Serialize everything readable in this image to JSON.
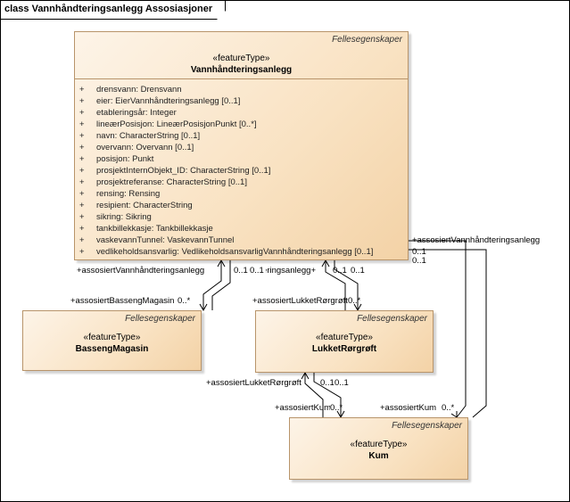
{
  "frame": {
    "title": "class Vannhåndteringsanlegg Assosiasjoner"
  },
  "classes": {
    "vannhandteringsanlegg": {
      "package": "Fellesegenskaper",
      "stereotype": "«featureType»",
      "name": "Vannhåndteringsanlegg",
      "attributes": [
        {
          "vis": "+",
          "text": "drensvann: Drensvann"
        },
        {
          "vis": "+",
          "text": "eier: EierVannhåndteringsanlegg [0..1]"
        },
        {
          "vis": "+",
          "text": "etableringsår: Integer"
        },
        {
          "vis": "+",
          "text": "lineærPosisjon: LineærPosisjonPunkt [0..*]"
        },
        {
          "vis": "+",
          "text": "navn: CharacterString [0..1]"
        },
        {
          "vis": "+",
          "text": "overvann: Overvann [0..1]"
        },
        {
          "vis": "+",
          "text": "posisjon: Punkt"
        },
        {
          "vis": "+",
          "text": "prosjektInternObjekt_ID: CharacterString [0..1]"
        },
        {
          "vis": "+",
          "text": "prosjektreferanse: CharacterString [0..1]"
        },
        {
          "vis": "+",
          "text": "rensing: Rensing"
        },
        {
          "vis": "+",
          "text": "resipient: CharacterString"
        },
        {
          "vis": "+",
          "text": "sikring: Sikring"
        },
        {
          "vis": "+",
          "text": "tankbillekkasje: Tankbillekkasje"
        },
        {
          "vis": "+",
          "text": "vaskevannTunnel: VaskevannTunnel"
        },
        {
          "vis": "+",
          "text": "vedlikeholdsansvarlig: VedlikeholdsansvarligVannhåndteringsanlegg [0..1]"
        }
      ]
    },
    "bassengmagasin": {
      "package": "Fellesegenskaper",
      "stereotype": "«featureType»",
      "name": "BassengMagasin"
    },
    "lukketrorgroft": {
      "package": "Fellesegenskaper",
      "stereotype": "«featureType»",
      "name": "LukketRørgrøft"
    },
    "kum": {
      "package": "Fellesegenskaper",
      "stereotype": "«featureType»",
      "name": "Kum"
    }
  },
  "labels": {
    "assoc_vha_left": "+assosiertVannhåndteringsanlegg",
    "assoc_vha_left_mult": "0..1",
    "assoc_vha_left_mult2": "0..1",
    "assoc_vha_mid": "+assosiertVannhåndteringsanlegg",
    "assoc_vha_mid_mult": "0..1",
    "assoc_vha_mid_mult2": "0..1",
    "assoc_vha_right": "+assosiertVannhåndteringsanlegg",
    "assoc_vha_right_mult": "0..1",
    "assoc_vha_right_mult2": "0..1",
    "assoc_basseng": "+assosiertBassengMagasin",
    "assoc_basseng_mult": "0..*",
    "assoc_lukket_top": "+assosiertLukketRørgrøft",
    "assoc_lukket_top_mult": "0..*",
    "assoc_lukket_bottom": "+assosiertLukketRørgrøft",
    "assoc_lukket_bottom_mult": "0..1",
    "assoc_lukket_bottom_mult2": "0..1",
    "assoc_kum_left": "+assosiertKum",
    "assoc_kum_left_mult": "0..*",
    "assoc_kum_right": "+assosiertKum",
    "assoc_kum_right_mult": "0..*"
  }
}
